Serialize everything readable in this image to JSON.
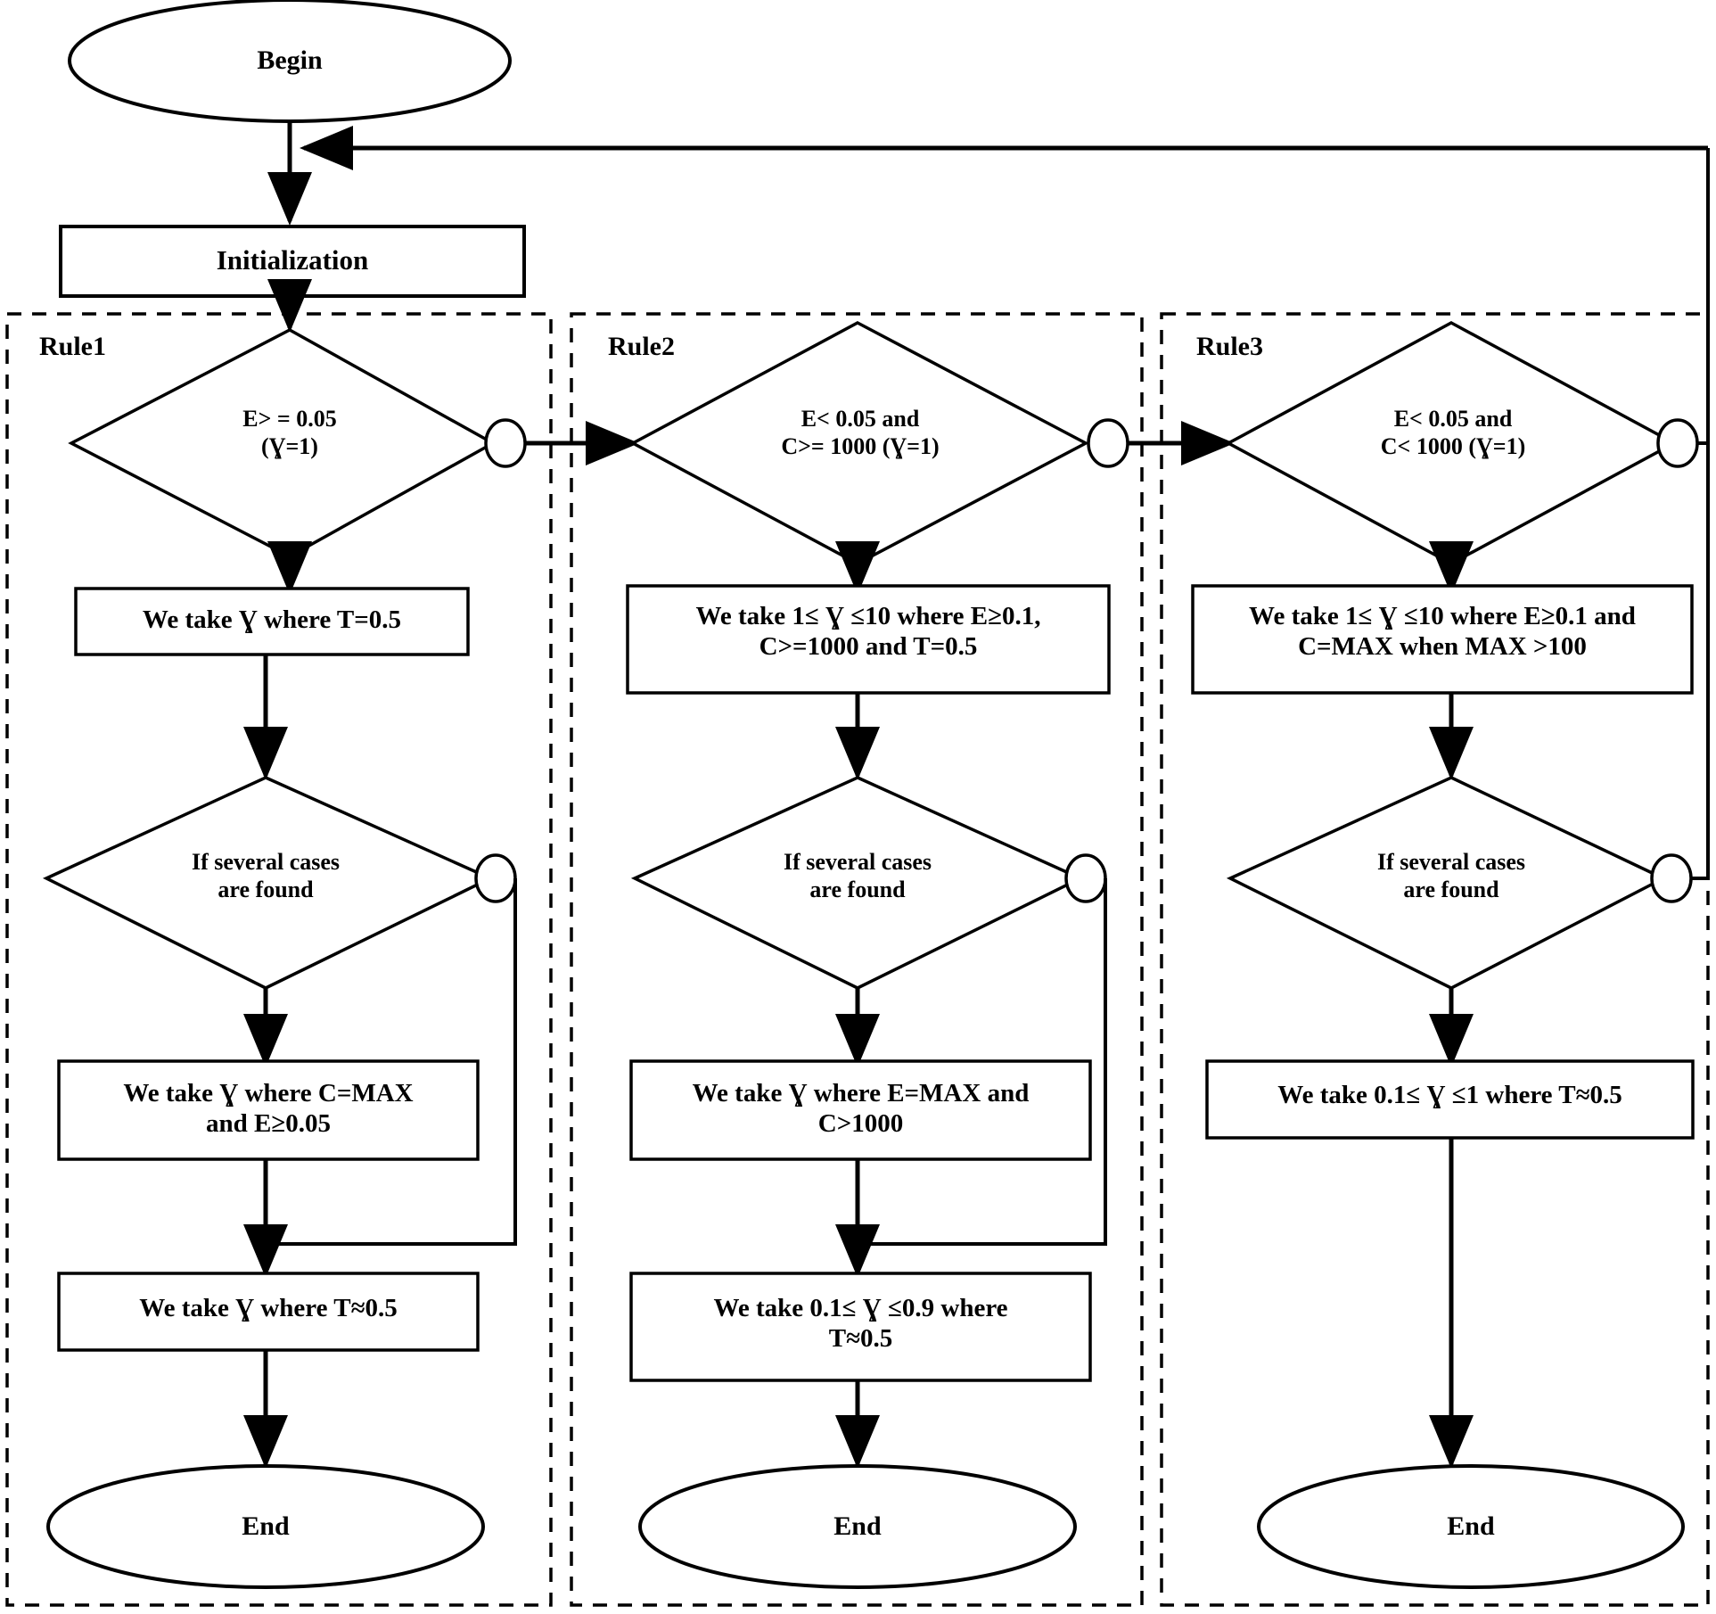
{
  "diagram": {
    "type": "flowchart",
    "title_text": "",
    "start": {
      "label": "Begin",
      "shape": "ellipse"
    },
    "initialization": {
      "label": "Initialization",
      "shape": "rectangle"
    },
    "groups": [
      {
        "id": "rule1",
        "label": "Rule1"
      },
      {
        "id": "rule2",
        "label": "Rule2"
      },
      {
        "id": "rule3",
        "label": "Rule3"
      }
    ],
    "columns": [
      {
        "group": "Rule1",
        "decision_top": "E> = 0.05\n(Ɣ=1)",
        "process_1": "We take Ɣ where   T=0.5",
        "decision_mid": "If several cases\nare found",
        "process_2": "We take Ɣ where C=MAX\nand E≥0.05",
        "process_3": "We take Ɣ where T≈0.5",
        "end": "End"
      },
      {
        "group": "Rule2",
        "decision_top": "E< 0.05 and\nC>= 1000 (Ɣ=1)",
        "process_1": "We take 1≤ Ɣ ≤10 where E≥0.1,\nC>=1000 and T=0.5",
        "decision_mid": "If several cases\nare found",
        "process_2": "We take Ɣ where E=MAX and\nC>1000",
        "process_3": "We take 0.1≤ Ɣ ≤0.9 where\nT≈0.5",
        "end": "End"
      },
      {
        "group": "Rule3",
        "decision_top": "E< 0.05 and\nC< 1000 (Ɣ=1)",
        "process_1": "We take 1≤ Ɣ ≤10 where E≥0.1 and\nC=MAX when MAX >100",
        "decision_mid": "If several cases\nare found",
        "process_2": "We take 0.1≤ Ɣ ≤1 where T≈0.5",
        "process_3": "",
        "end": "End"
      }
    ],
    "colors": {
      "stroke": "#000000",
      "fill": "#ffffff",
      "background": "#ffffff"
    }
  }
}
